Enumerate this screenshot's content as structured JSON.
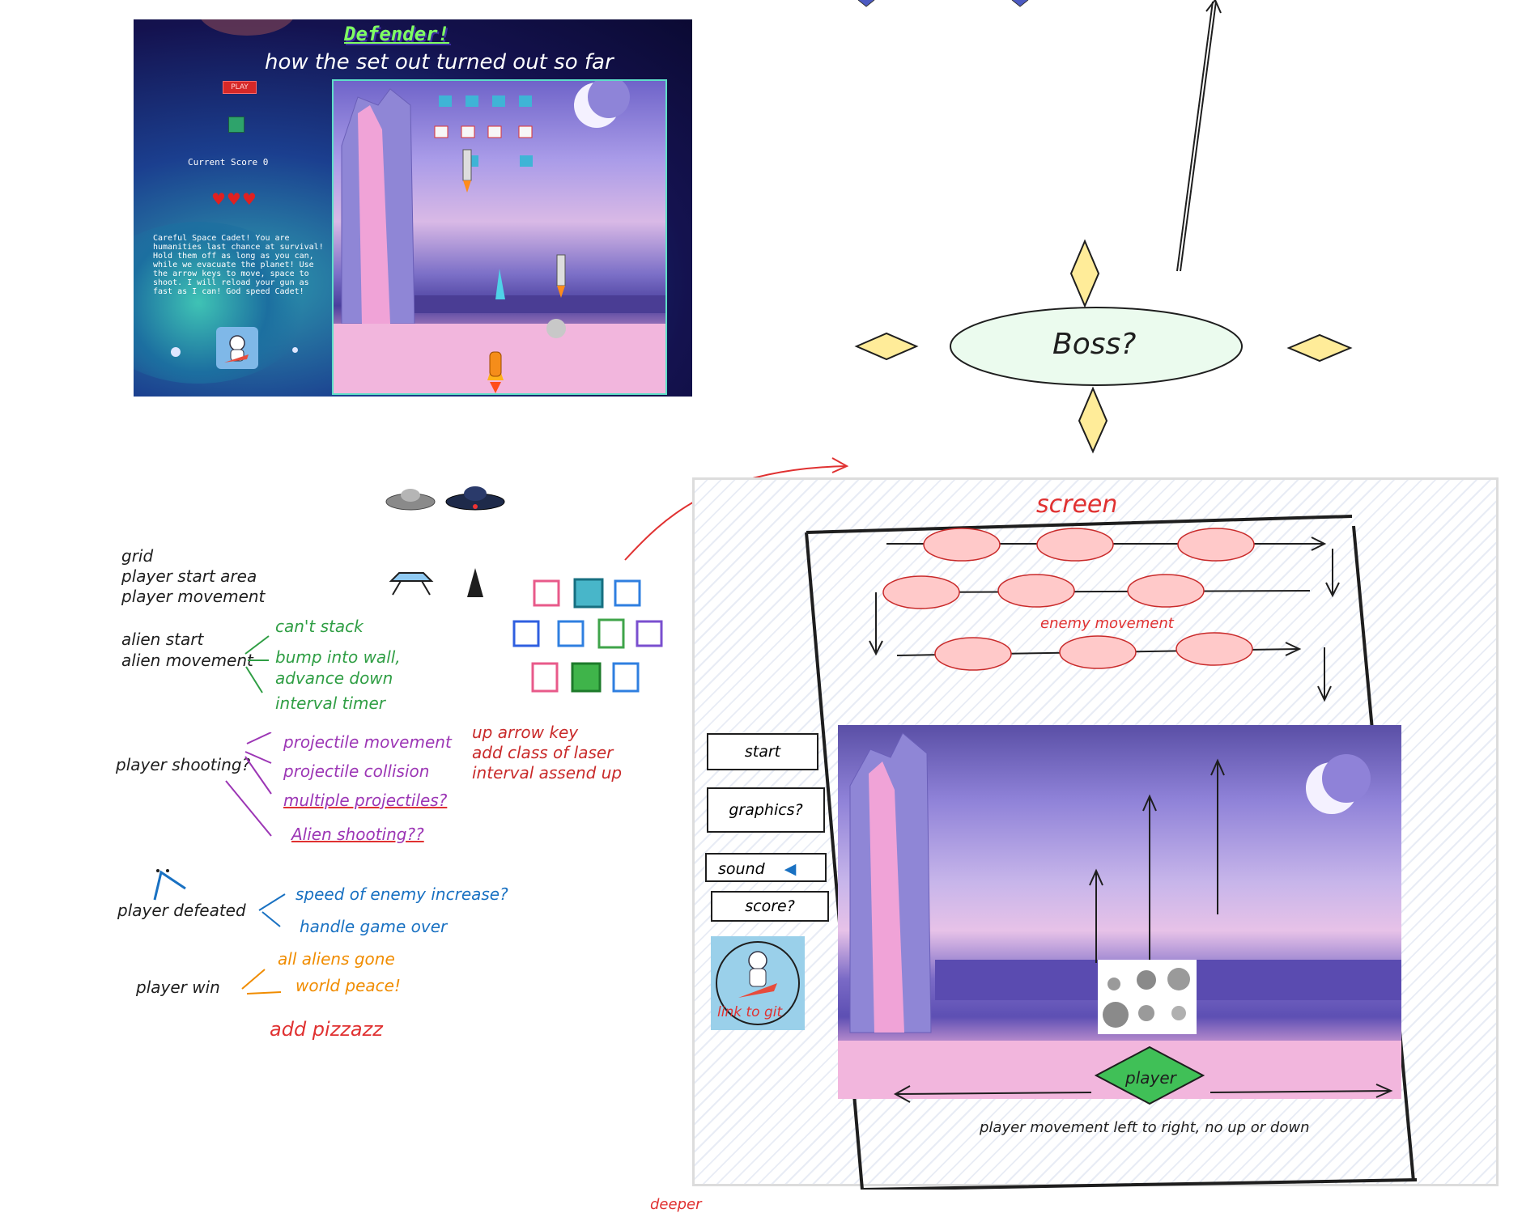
{
  "screenshot": {
    "title": "Defender!",
    "caption": "how the set out turned out so far",
    "play_label": "PLAY",
    "score_text": "Current Score 0",
    "lives": "♥♥♥",
    "story": "Careful Space Cadet! You are humanities last chance at survival! Hold them off as long as you can, while we evacuate the planet! Use the arrow keys to move, space to shoot. I will reload your gun as fast as I can! God speed Cadet!"
  },
  "boss": {
    "label": "Boss?"
  },
  "notes": {
    "grid": "grid",
    "player_start": "player start area",
    "player_movement": "player movement",
    "alien_start": "alien start",
    "alien_movement": "alien movement",
    "cant_stack": "can't stack",
    "bump_wall": "bump into wall,",
    "advance_down": "advance down",
    "interval_timer": "interval timer",
    "player_shooting": "player shooting?",
    "projectile_movement": "projectile movement",
    "projectile_collision": "projectile collision",
    "multiple_projectiles": "multiple projectiles?",
    "alien_shooting": "Alien shooting??",
    "up_arrow": "up arrow key",
    "add_class": "add class of laser",
    "interval_ascend": "interval assend up",
    "player_defeated": "player defeated",
    "speed_enemy": "speed of enemy increase?",
    "handle_game_over": "handle game over",
    "player_win": "player win",
    "all_aliens": "all aliens gone",
    "world_peace": "world peace!",
    "add_pizzazz": "add pizzazz",
    "deeper": "deeper"
  },
  "wireframe": {
    "screen_label": "screen",
    "enemy_movement": "enemy movement",
    "buttons": {
      "start": "start",
      "graphics": "graphics?",
      "sound": "sound",
      "score": "score?"
    },
    "git_label": "link to git",
    "player_label": "player",
    "player_movement_caption": "player movement left to right, no up or down"
  },
  "colors": {
    "enemy_fill": "#ffc9c9",
    "enemy_stroke": "#c92a2a",
    "boss_fill": "#ebfbee",
    "boss_spike": "#fab005",
    "player_fill": "#40c057",
    "arrow_red": "#e03131"
  }
}
